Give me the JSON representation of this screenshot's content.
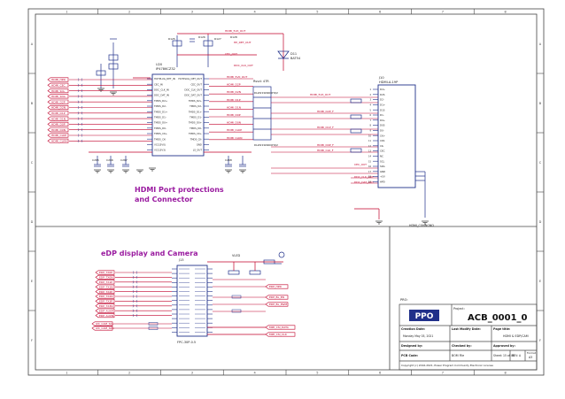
{
  "colors": {
    "frame": "#444444",
    "wire": "#c0002a",
    "part": "#20308a",
    "text": "#222222",
    "title_text": "#9a1ba0",
    "ground": "#333333"
  },
  "frame": {
    "col_numbers": [
      "1",
      "2",
      "3",
      "4",
      "5",
      "6",
      "7",
      "8"
    ],
    "row_letters": [
      "A",
      "B",
      "C",
      "D",
      "E",
      "F"
    ]
  },
  "hdmi": {
    "title_line1": "HDMI Port protections",
    "title_line2": "and Connector",
    "ic": {
      "ref": "U20",
      "part": "IP4786CZ32",
      "pins_left": [
        "HOTPLUG_DET_IN",
        "CEC_IN",
        "DDC_CLK_IN",
        "DDC_DAT_IN",
        "TMDS_D2+",
        "TMDS_D2-",
        "TMDS_D1+",
        "TMDS_D1-",
        "TMDS_D0+",
        "TMDS_D0-",
        "TMDS_CK+",
        "TMDS_CK-",
        "VCC(5V0)",
        "VCC(3V3)"
      ],
      "pins_right": [
        "HOTPLUG_DET_OUT",
        "CEC_OUT",
        "DDC_CLK_OUT",
        "DDC_DAT_OUT",
        "TMDS_D2+",
        "TMDS_D2-",
        "TMDS_D1+",
        "TMDS_D1-",
        "TMDS_D0+",
        "TMDS_D0-",
        "TMDS_CK+",
        "TMDS_CK-",
        "GND",
        "LS_OUT"
      ]
    },
    "nets_in": [
      "HDMI_HPD",
      "HDMI_CEC",
      "HDMI_SCL",
      "HDMI_SDA",
      "HDMI_D2P",
      "HDMI_D2N",
      "HDMI_D1P",
      "HDMI_D1N",
      "HDMI_D0P",
      "HDMI_D0N",
      "HDMI_CLKP",
      "HDMI_CLKN"
    ],
    "nets_mid": [
      "HDMI_5V0_OUT",
      "HDMI_D2P",
      "HDMI_D2N",
      "HDMI_D1P",
      "HDMI_D1N",
      "HDMI_D0P",
      "HDMI_D0N",
      "HDMI_CLKP",
      "HDMI_CLKN"
    ],
    "nets_top": [
      "HDMI_5V0_OUT",
      "HP_DET_OUT",
      "CEC_OUT",
      "DDC_CLK_OUT"
    ],
    "common_mode": {
      "ref": "FL1",
      "label": "Rsvd: 47R",
      "part": "DLW21SN900HQ2"
    },
    "connector": {
      "ref": "J10",
      "part": "HDMI-A-19P",
      "pins": [
        "D2+",
        "D2S",
        "D2-",
        "D1+",
        "D1S",
        "D1-",
        "D0+",
        "D0S",
        "D0-",
        "CK+",
        "CKS",
        "CK-",
        "CEC",
        "NC",
        "SCL",
        "SDA",
        "GND",
        "+5V",
        "HPD"
      ]
    },
    "conn_nets": [
      "HDMI_5V0_OUT",
      "HDMI_D2P_F",
      "HDMI_D1P_F",
      "HDMI_D0P_F",
      "HDMI_CLK_F",
      "CEC_OUT",
      "DDC_CLK_OUT",
      "DDC_DAT_OUT"
    ],
    "diode": {
      "ref": "D11",
      "part": "BAT54"
    },
    "resistors": [
      "R125",
      "R126",
      "R127",
      "R128"
    ],
    "caps": [
      "C265",
      "C266",
      "C267",
      "C268"
    ],
    "conn_gnd": "HDMI_CONNGND"
  },
  "edp": {
    "title": "eDP display and Camera",
    "connector": {
      "ref": "J13",
      "part": "FPC-30P-0.5"
    },
    "nets_left": [
      "EDP_TX0P",
      "EDP_TX0N",
      "EDP_TX1P",
      "EDP_TX1N",
      "EDP_TX2P",
      "EDP_TX2N",
      "EDP_TX3P",
      "EDP_TX3N",
      "EDP_AUXP",
      "EDP_AUXN"
    ],
    "nets_i2c": [
      "I2C_CAM_SCL",
      "I2C_CAM_SDA"
    ],
    "nets_right": [
      "EDP_HPD",
      "EDP_BL_EN",
      "EDP_BL_PWM"
    ],
    "nets_out": [
      "MIPI_CSI_DATA",
      "MIPI_CSI_CLK"
    ],
    "rail": "VLED"
  },
  "title_block": {
    "prefix": "PRO:",
    "logo": "PPO",
    "project_label": "Project:",
    "project": "ACB_0001_0",
    "creation_label": "Creation Date:",
    "creation_value": "Monday May 03, 2021",
    "last_modify_label": "Last Modify Date:",
    "page_title_label": "Page title:",
    "page_title": "HDMI & EDP/CAM",
    "designed_label": "Designed by:",
    "checked_label": "Checked by:",
    "approved_label": "Approved by:",
    "pcb_code_label": "PCB Code:",
    "pcb_code_value": "BOM File",
    "sheet": "Sheet: 15 of 40",
    "rev": "REV: A",
    "paper_label": "Format",
    "paper": "A3",
    "copyright": "Copyright (c) 2016-2021, Power Program Community Electronic License"
  }
}
